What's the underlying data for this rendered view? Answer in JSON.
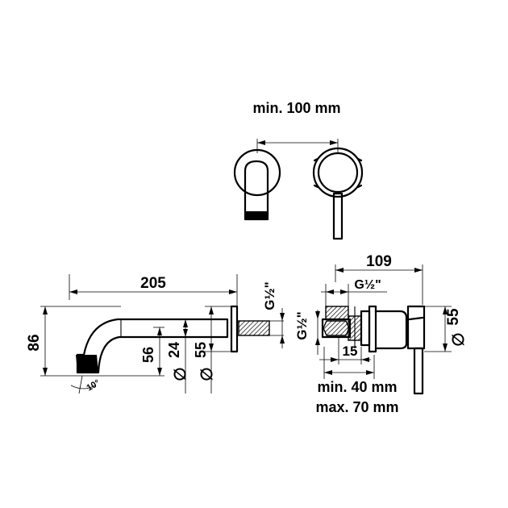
{
  "top_view": {
    "spacing_label": "min. 100 mm"
  },
  "side_view": {
    "length_label": "205",
    "height_label": "86",
    "angle_label": "10°",
    "drop_label": "56",
    "spout_diameter_label": "24",
    "rosette_diameter_label": "55",
    "thread_label": "G½\""
  },
  "valve_view": {
    "depth_label": "109",
    "thread_top_label": "G½\"",
    "thread_side_label": "G½\"",
    "offset_label": "15",
    "rosette_diameter_label": "55",
    "wall_min_label": "min. 40 mm",
    "wall_max_label": "max. 70 mm"
  },
  "symbols": {
    "diameter": "∅"
  }
}
